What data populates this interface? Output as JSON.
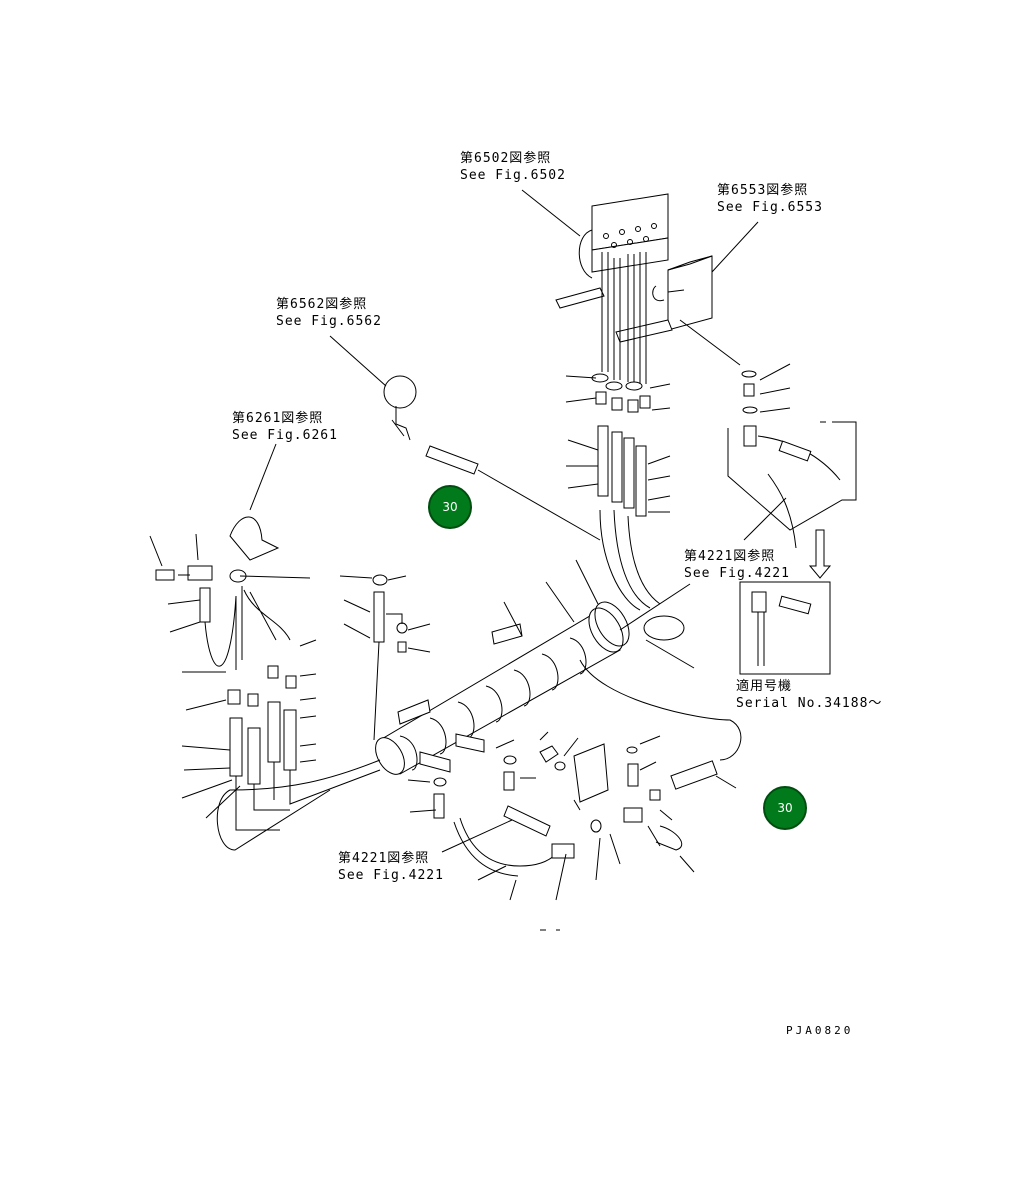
{
  "references": [
    {
      "id": "fig6502",
      "jp": "第6502図参照",
      "en": "See Fig.6502"
    },
    {
      "id": "fig6553",
      "jp": "第6553図参照",
      "en": "See Fig.6553"
    },
    {
      "id": "fig6562",
      "jp": "第6562図参照",
      "en": "See Fig.6562"
    },
    {
      "id": "fig6261",
      "jp": "第6261図参照",
      "en": "See Fig.6261"
    },
    {
      "id": "fig4221a",
      "jp": "第4221図参照",
      "en": "See Fig.4221"
    },
    {
      "id": "fig4221b",
      "jp": "第4221図参照",
      "en": "See Fig.4221"
    }
  ],
  "serial": {
    "jp": "適用号機",
    "en": "Serial No.34188～"
  },
  "badges": [
    "30",
    "30"
  ],
  "drawing_code": "PJA0820"
}
